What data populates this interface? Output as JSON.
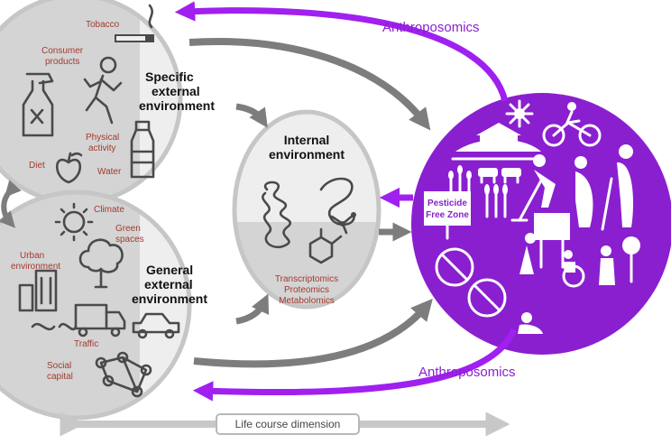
{
  "specific_external": {
    "title_line1": "Specific",
    "title_line2": "external",
    "title_line3": "environment",
    "labels": {
      "tobacco": "Tobacco",
      "consumer_products_1": "Consumer",
      "consumer_products_2": "products",
      "physical_activity_1": "Physical",
      "physical_activity_2": "activity",
      "diet": "Diet",
      "water": "Water"
    }
  },
  "general_external": {
    "title_line1": "General",
    "title_line2": "external",
    "title_line3": "environment",
    "labels": {
      "climate": "Climate",
      "green_spaces_1": "Green",
      "green_spaces_2": "spaces",
      "urban_1": "Urban",
      "urban_2": "environment",
      "traffic": "Traffic",
      "social_1": "Social",
      "social_2": "capital"
    }
  },
  "internal": {
    "title_line1": "Internal",
    "title_line2": "environment",
    "omics": [
      "Transcriptomics",
      "Proteomics",
      "Metabolomics"
    ]
  },
  "anthroposomics": {
    "top_label": "Anthroposomics",
    "bottom_label": "Anthroposomics",
    "sign_line1": "Pesticide",
    "sign_line2": "Free Zone"
  },
  "life_course": {
    "label": "Life course dimension"
  },
  "colors": {
    "purple": "#8a1fd0",
    "arrow_purple": "#a020f0",
    "gray_arrow": "#7d7d7d",
    "label_red": "#a33a2e",
    "circle_fill": "#eeeeee",
    "circle_stroke": "#c6c6c6"
  }
}
